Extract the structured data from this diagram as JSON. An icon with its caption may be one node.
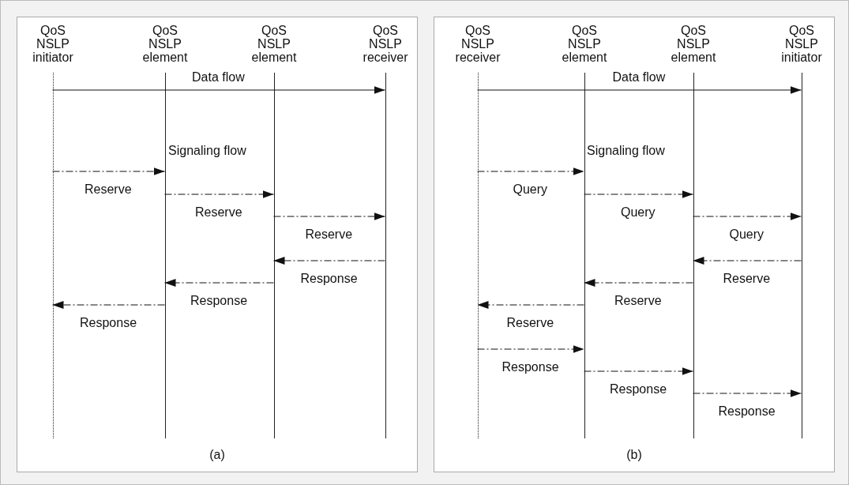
{
  "diagram": {
    "nodes": [
      {
        "text": [
          "(a)"
        ]
      },
      {
        "text": [
          "QoS NSLP initiator"
        ],
        "in": 0
      },
      {
        "text": [
          "QoS NSLP element"
        ],
        "in": 0
      },
      {
        "text": [
          "QoS NSLP element"
        ],
        "in": 0
      },
      {
        "text": [
          "QoS NSLP receiver"
        ],
        "in": 0
      },
      {
        "text": [
          "(b)"
        ]
      },
      {
        "text": [
          "QoS NSLP receiver"
        ],
        "in": 5
      },
      {
        "text": [
          "QoS NSLP element"
        ],
        "in": 5
      },
      {
        "text": [
          "QoS NSLP element"
        ],
        "in": 5
      },
      {
        "text": [
          "QoS NSLP initiator"
        ],
        "in": 5
      }
    ],
    "edges": [
      {
        "from": 1,
        "to": 4,
        "arrow": "to",
        "label": "Data flow"
      },
      {
        "from": 1,
        "to": 2,
        "arrow": "to",
        "label": "Reserve",
        "style": "dashed"
      },
      {
        "from": 2,
        "to": 3,
        "arrow": "to",
        "label": "Reserve",
        "style": "dashed"
      },
      {
        "from": 3,
        "to": 4,
        "arrow": "to",
        "label": "Reserve",
        "style": "dashed"
      },
      {
        "from": 4,
        "to": 3,
        "arrow": "to",
        "label": "Response",
        "style": "dashed"
      },
      {
        "from": 3,
        "to": 2,
        "arrow": "to",
        "label": "Response",
        "style": "dashed"
      },
      {
        "from": 2,
        "to": 1,
        "arrow": "to",
        "label": "Response",
        "style": "dashed"
      },
      {
        "from": 6,
        "to": 9,
        "arrow": "to",
        "label": "Data flow"
      },
      {
        "from": 6,
        "to": 7,
        "arrow": "to",
        "label": "Query",
        "style": "dashed"
      },
      {
        "from": 7,
        "to": 8,
        "arrow": "to",
        "label": "Query",
        "style": "dashed"
      },
      {
        "from": 8,
        "to": 9,
        "arrow": "to",
        "label": "Query",
        "style": "dashed"
      },
      {
        "from": 9,
        "to": 8,
        "arrow": "to",
        "label": "Reserve",
        "style": "dashed"
      },
      {
        "from": 8,
        "to": 7,
        "arrow": "to",
        "label": "Reserve",
        "style": "dashed"
      },
      {
        "from": 7,
        "to": 6,
        "arrow": "to",
        "label": "Reserve",
        "style": "dashed"
      },
      {
        "from": 6,
        "to": 7,
        "arrow": "to",
        "label": "Response",
        "style": "dashed"
      },
      {
        "from": 7,
        "to": 8,
        "arrow": "to",
        "label": "Response",
        "style": "dashed"
      },
      {
        "from": 8,
        "to": 9,
        "arrow": "to",
        "label": "Response",
        "style": "dashed"
      }
    ],
    "labels": [
      "Signaling flow",
      "Signaling flow"
    ]
  }
}
